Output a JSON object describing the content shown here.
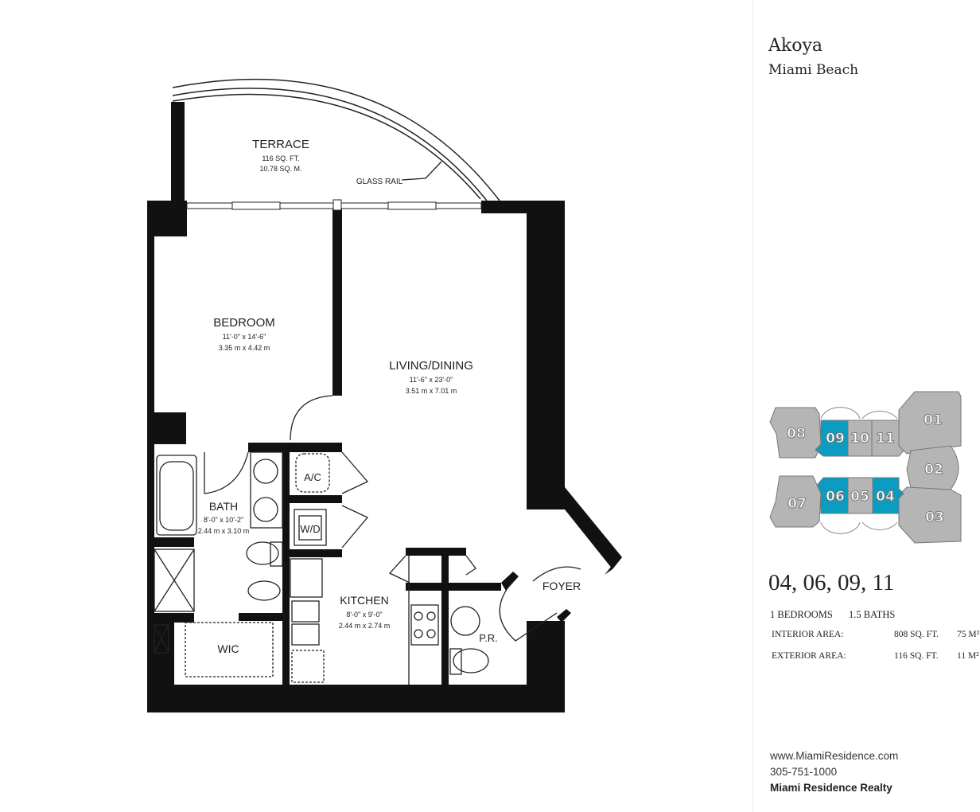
{
  "building": {
    "name": "Akoya",
    "location": "Miami Beach"
  },
  "floor_plan": {
    "rooms": {
      "terrace": {
        "name": "TERRACE",
        "line1": "116 SQ. FT.",
        "line2": "10.78 SQ. M."
      },
      "glass_rail": "GLASS RAIL",
      "bedroom": {
        "name": "BEDROOM",
        "line1": "11'-0\" x 14'-6\"",
        "line2": "3.35 m x 4.42 m"
      },
      "living": {
        "name": "LIVING/DINING",
        "line1": "11'-6\" x 23'-0\"",
        "line2": "3.51 m x 7.01 m"
      },
      "bath": {
        "name": "BATH",
        "line1": "8'-0\" x 10'-2\"",
        "line2": "2.44 m x 3.10 m"
      },
      "kitchen": {
        "name": "KITCHEN",
        "line1": "8'-0\" x 9'-0\"",
        "line2": "2.44 m x 2.74 m"
      },
      "ac": "A/C",
      "wd": "W/D",
      "wic": "WIC",
      "foyer": "FOYER",
      "powder": "P.R."
    }
  },
  "key_plan": {
    "units": [
      {
        "id": "08",
        "highlighted": false
      },
      {
        "id": "09",
        "highlighted": true
      },
      {
        "id": "10",
        "highlighted": false
      },
      {
        "id": "11",
        "highlighted": false
      },
      {
        "id": "01",
        "highlighted": false
      },
      {
        "id": "02",
        "highlighted": false
      },
      {
        "id": "03",
        "highlighted": false
      },
      {
        "id": "04",
        "highlighted": true
      },
      {
        "id": "05",
        "highlighted": false
      },
      {
        "id": "06",
        "highlighted": true
      },
      {
        "id": "07",
        "highlighted": false
      }
    ],
    "colors": {
      "highlight": "#0b9cc1",
      "unit": "#b5b5b5"
    }
  },
  "unit_info": {
    "units": "04, 06, 09, 11",
    "bedrooms": "1 BEDROOMS",
    "baths": "1.5 BATHS",
    "interior_label": "INTERIOR AREA:",
    "interior_sqft": "808 SQ. FT.",
    "interior_m2": "75 M²",
    "exterior_label": "EXTERIOR AREA:",
    "exterior_sqft": "116 SQ. FT.",
    "exterior_m2": "11 M²"
  },
  "contact": {
    "website": "www.MiamiResidence.com",
    "phone": "305-751-1000",
    "company": "Miami Residence Realty"
  }
}
